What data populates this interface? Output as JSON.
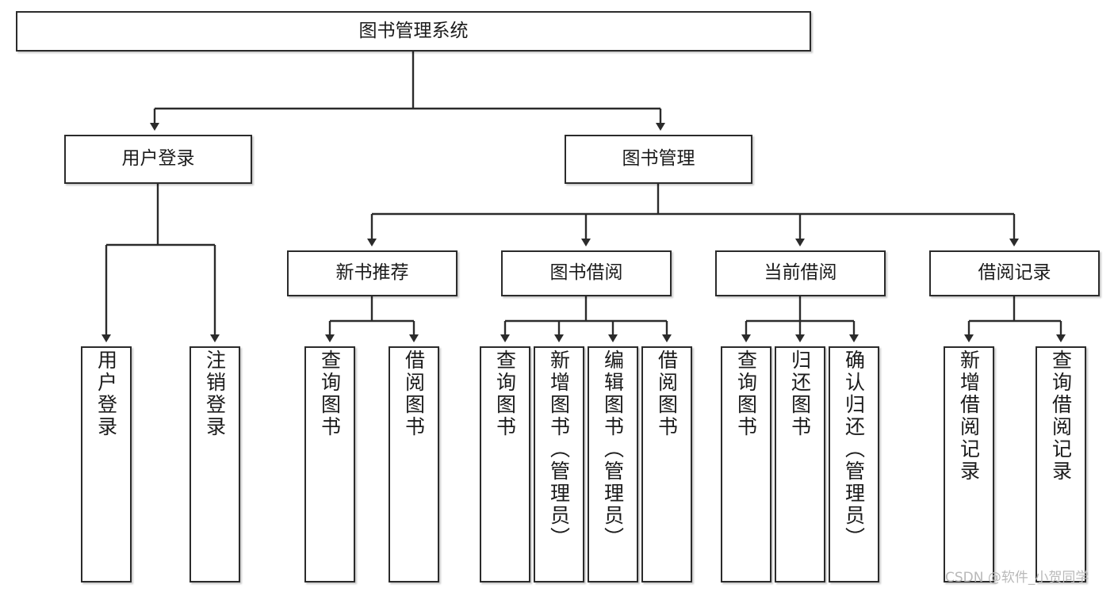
{
  "diagram": {
    "title": "图书管理系统",
    "type": "tree-hierarchy-diagram",
    "watermark": "CSDN @软件_小贺同学",
    "colors": {
      "border": "#2b2b2b",
      "background": "#ffffff",
      "text": "#1b1b1b",
      "watermark": "#b9b9b9"
    },
    "levels": {
      "level1": [
        {
          "id": "root",
          "label": "图书管理系统"
        }
      ],
      "level2": [
        {
          "id": "user-login",
          "label": "用户登录"
        },
        {
          "id": "book-management",
          "label": "图书管理"
        }
      ],
      "level3": [
        {
          "id": "new-book-recommend",
          "label": "新书推荐"
        },
        {
          "id": "book-borrow",
          "label": "图书借阅"
        },
        {
          "id": "current-borrow",
          "label": "当前借阅"
        },
        {
          "id": "borrow-record",
          "label": "借阅记录"
        }
      ],
      "level4": [
        {
          "id": "leaf-user-login",
          "label": "用户登录"
        },
        {
          "id": "leaf-logout-login",
          "label": "注销登录"
        },
        {
          "id": "leaf-query-book-1",
          "label": "查询图书"
        },
        {
          "id": "leaf-borrow-book-1",
          "label": "借阅图书"
        },
        {
          "id": "leaf-query-book-2",
          "label": "查询图书"
        },
        {
          "id": "leaf-add-book-admin",
          "label": "新增图书（管理员）"
        },
        {
          "id": "leaf-edit-book-admin",
          "label": "编辑图书（管理员）"
        },
        {
          "id": "leaf-borrow-book-2",
          "label": "借阅图书"
        },
        {
          "id": "leaf-query-book-3",
          "label": "查询图书"
        },
        {
          "id": "leaf-return-book",
          "label": "归还图书"
        },
        {
          "id": "leaf-confirm-return-admin",
          "label": "确认归还（管理员）"
        },
        {
          "id": "leaf-add-borrow-record",
          "label": "新增借阅记录"
        },
        {
          "id": "leaf-query-borrow-record",
          "label": "查询借阅记录"
        }
      ]
    },
    "edges": [
      {
        "from": "root",
        "to": "user-login"
      },
      {
        "from": "root",
        "to": "book-management"
      },
      {
        "from": "user-login",
        "to": "leaf-user-login"
      },
      {
        "from": "user-login",
        "to": "leaf-logout-login"
      },
      {
        "from": "book-management",
        "to": "new-book-recommend"
      },
      {
        "from": "book-management",
        "to": "book-borrow"
      },
      {
        "from": "book-management",
        "to": "current-borrow"
      },
      {
        "from": "book-management",
        "to": "borrow-record"
      },
      {
        "from": "new-book-recommend",
        "to": "leaf-query-book-1"
      },
      {
        "from": "new-book-recommend",
        "to": "leaf-borrow-book-1"
      },
      {
        "from": "book-borrow",
        "to": "leaf-query-book-2"
      },
      {
        "from": "book-borrow",
        "to": "leaf-add-book-admin"
      },
      {
        "from": "book-borrow",
        "to": "leaf-edit-book-admin"
      },
      {
        "from": "book-borrow",
        "to": "leaf-borrow-book-2"
      },
      {
        "from": "current-borrow",
        "to": "leaf-query-book-3"
      },
      {
        "from": "current-borrow",
        "to": "leaf-return-book"
      },
      {
        "from": "current-borrow",
        "to": "leaf-confirm-return-admin"
      },
      {
        "from": "borrow-record",
        "to": "leaf-add-borrow-record"
      },
      {
        "from": "borrow-record",
        "to": "leaf-query-borrow-record"
      }
    ]
  }
}
